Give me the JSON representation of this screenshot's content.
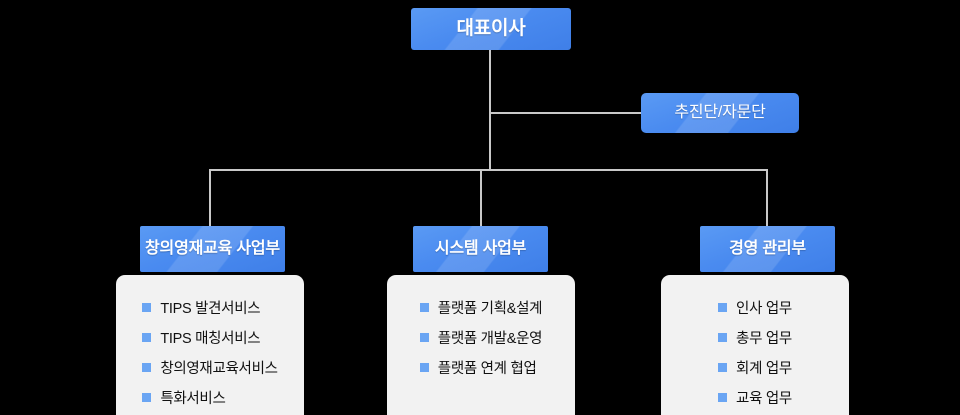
{
  "chart": {
    "title_node": {
      "label": "대표이사"
    },
    "advisory_node": {
      "label": "추진단/자문단"
    },
    "departments": [
      {
        "header": "창의영재교육 사업부",
        "items": [
          "TIPS 발견서비스",
          "TIPS 매칭서비스",
          "창의영재교육서비스",
          "특화서비스"
        ]
      },
      {
        "header": "시스템 사업부",
        "items": [
          "플랫폼 기획&설계",
          "플랫폼 개발&운영",
          "플랫폼 연계 협업"
        ]
      },
      {
        "header": "경영 관리부",
        "items": [
          "인사 업무",
          "총무 업무",
          "회계 업무",
          "교육 업무"
        ]
      }
    ],
    "colors": {
      "node_blue_light": "#5a9af4",
      "node_blue_dark": "#3f7fe8",
      "connector_gray": "#c9c9c9",
      "card_background": "#f2f2f2",
      "bullet_blue": "#6aa5f3",
      "page_background": "#000000",
      "node_text": "#ffffff",
      "item_text": "#111111"
    }
  }
}
